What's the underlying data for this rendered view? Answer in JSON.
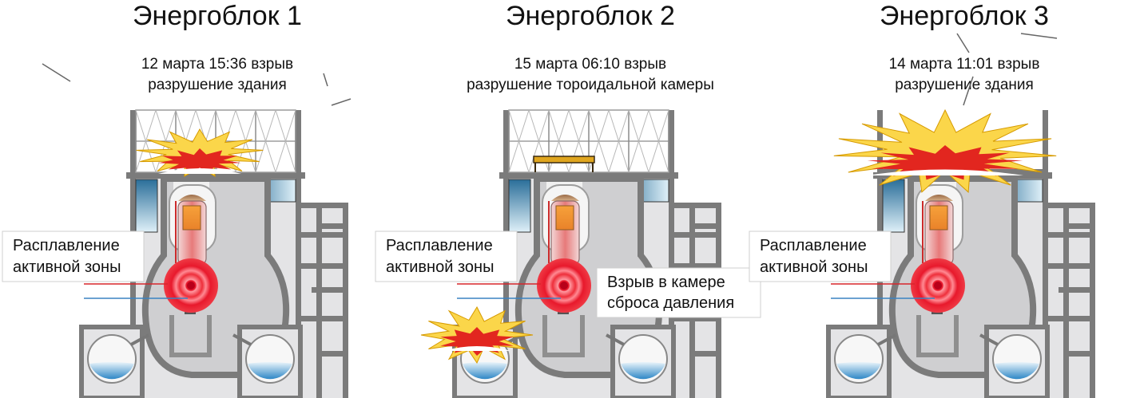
{
  "units": [
    {
      "title": "Энергоблок 1",
      "line1": "12 марта 15:36 взрыв",
      "line2": "разрушение здания",
      "label": [
        "Расплавление",
        "активной зоны"
      ],
      "explosion": "roof",
      "frame": "intact",
      "extra_label": null
    },
    {
      "title": "Энергоблок 2",
      "line1": "15 марта 06:10 взрыв",
      "line2": "разрушение тороидальной камеры",
      "label": [
        "Расплавление",
        "активной зоны"
      ],
      "explosion": "torus",
      "frame": "intact",
      "extra_label": [
        "Взрыв в камере",
        "сброса давления"
      ]
    },
    {
      "title": "Энергоблок 3",
      "line1": "14 марта 11:01 взрыв",
      "line2": "разрушение здания",
      "label": [
        "Расплавление",
        "активной зоны"
      ],
      "explosion": "roof-large",
      "frame": "destroyed",
      "extra_label": null
    }
  ],
  "colors": {
    "wall": "#7b7b7b",
    "room": "#e4e4e6",
    "pool_top": "#2a6e99",
    "pool_bottom": "#dff0f8",
    "core": "#f39a2a",
    "melt": "#e8192c",
    "flame_outer": "#fbd64a",
    "flame_inner": "#e2261f",
    "water": "#2e87c6"
  }
}
